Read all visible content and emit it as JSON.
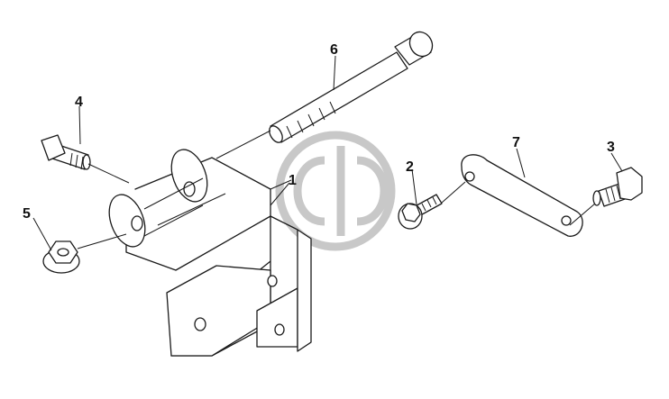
{
  "callouts": [
    {
      "id": "c1",
      "text": "1"
    },
    {
      "id": "c2",
      "text": "2"
    },
    {
      "id": "c3",
      "text": "3"
    },
    {
      "id": "c4",
      "text": "4"
    },
    {
      "id": "c5",
      "text": "5"
    },
    {
      "id": "c6",
      "text": "6"
    },
    {
      "id": "c7",
      "text": "7"
    }
  ],
  "colors": {
    "lineart": "#1a1a1a",
    "watermark": "#c8c8c8",
    "background": "#ffffff"
  },
  "watermark_logo": "stylized-gd-circular-logo"
}
